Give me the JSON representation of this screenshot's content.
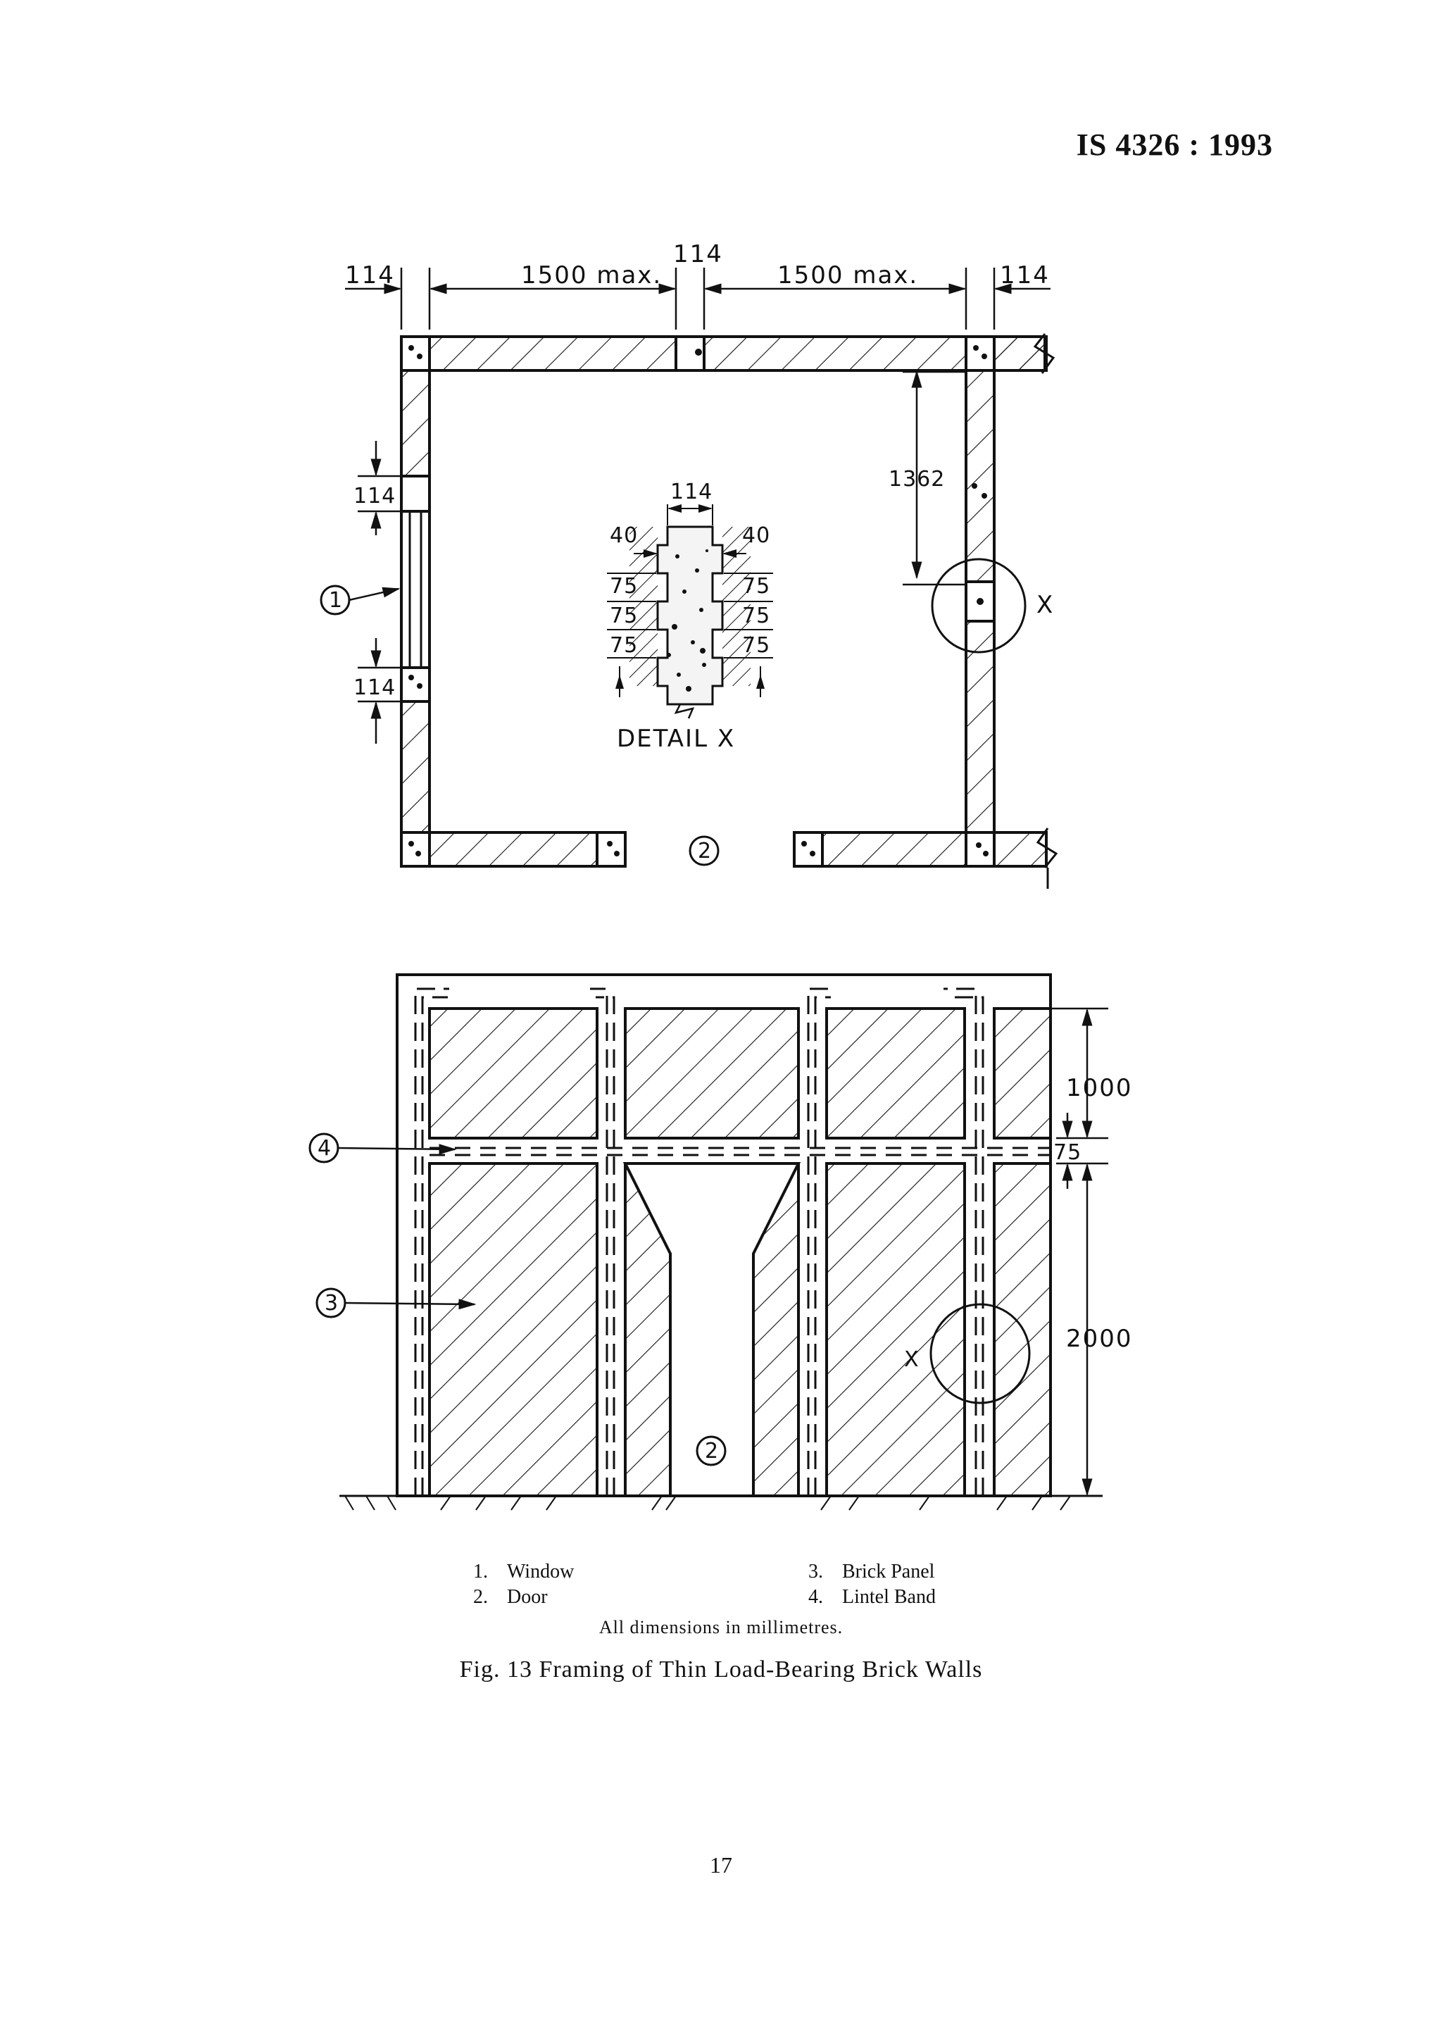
{
  "header": {
    "standard_code": "IS 4326 : 1993"
  },
  "plan": {
    "dims": {
      "left_col": "114",
      "span_left": "1500 max.",
      "mid_col": "114",
      "span_right": "1500 max.",
      "right_col": "114",
      "height_to_x": "1362",
      "window_top": "114",
      "window_bottom": "114"
    },
    "detail": {
      "title": "DETAIL  X",
      "width": "114",
      "left_40": "40",
      "right_40": "40",
      "left_75": [
        "75",
        "75",
        "75"
      ],
      "right_75": [
        "75",
        "75",
        "75"
      ]
    },
    "marker_x": "X",
    "callouts": {
      "window": "1",
      "door": "2"
    }
  },
  "elevation": {
    "dims": {
      "top": "1000",
      "band": "75",
      "bottom": "2000"
    },
    "marker_x": "X",
    "callouts": {
      "lintel": "4",
      "panel": "3",
      "door": "2"
    }
  },
  "legend": {
    "left": [
      {
        "num": "1.",
        "label": "Window"
      },
      {
        "num": "2.",
        "label": "Door"
      }
    ],
    "right": [
      {
        "num": "3.",
        "label": "Brick Panel"
      },
      {
        "num": "4.",
        "label": "Lintel Band"
      }
    ]
  },
  "note": "All dimensions in millimetres.",
  "caption": "Fig. 13 Framing of Thin Load-Bearing Brick Walls",
  "page_number": "17"
}
